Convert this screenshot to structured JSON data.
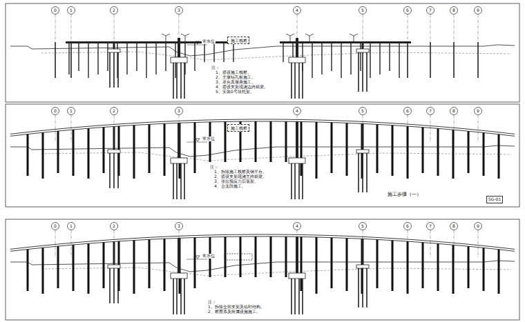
{
  "diagram": {
    "nodes": [
      {
        "text": [
          "施工栈桥"
        ]
      },
      {
        "text": [
          "施工栈桥"
        ]
      }
    ],
    "labels": [
      "0",
      "1",
      "2",
      "3",
      "4",
      "5",
      "6",
      "7",
      "8",
      "9",
      "常水位",
      "注：",
      "1、搭设施工栈桥。",
      "2、主墩钻孔桩施工。",
      "3、承台及墩身施工。",
      "4、搭设支架现浇边跨箱梁。",
      "5、安装0号块托架。",
      "0",
      "1",
      "2",
      "3",
      "4",
      "5",
      "6",
      "7",
      "8",
      "9",
      "常水位",
      "注：",
      "1、拆除施工栈桥及钢平台。",
      "2、搭设支架现浇主跨箱梁。",
      "3、张拉预应力后落架。",
      "4、合龙段施工。",
      "施工步骤（一）",
      "SG-01",
      "0",
      "1",
      "2",
      "3",
      "4",
      "5",
      "6",
      "7",
      "8",
      "9",
      "常水位",
      "注：",
      "1、拆除全部支架及临时结构。",
      "2、桥面系及附属设施施工。"
    ]
  }
}
